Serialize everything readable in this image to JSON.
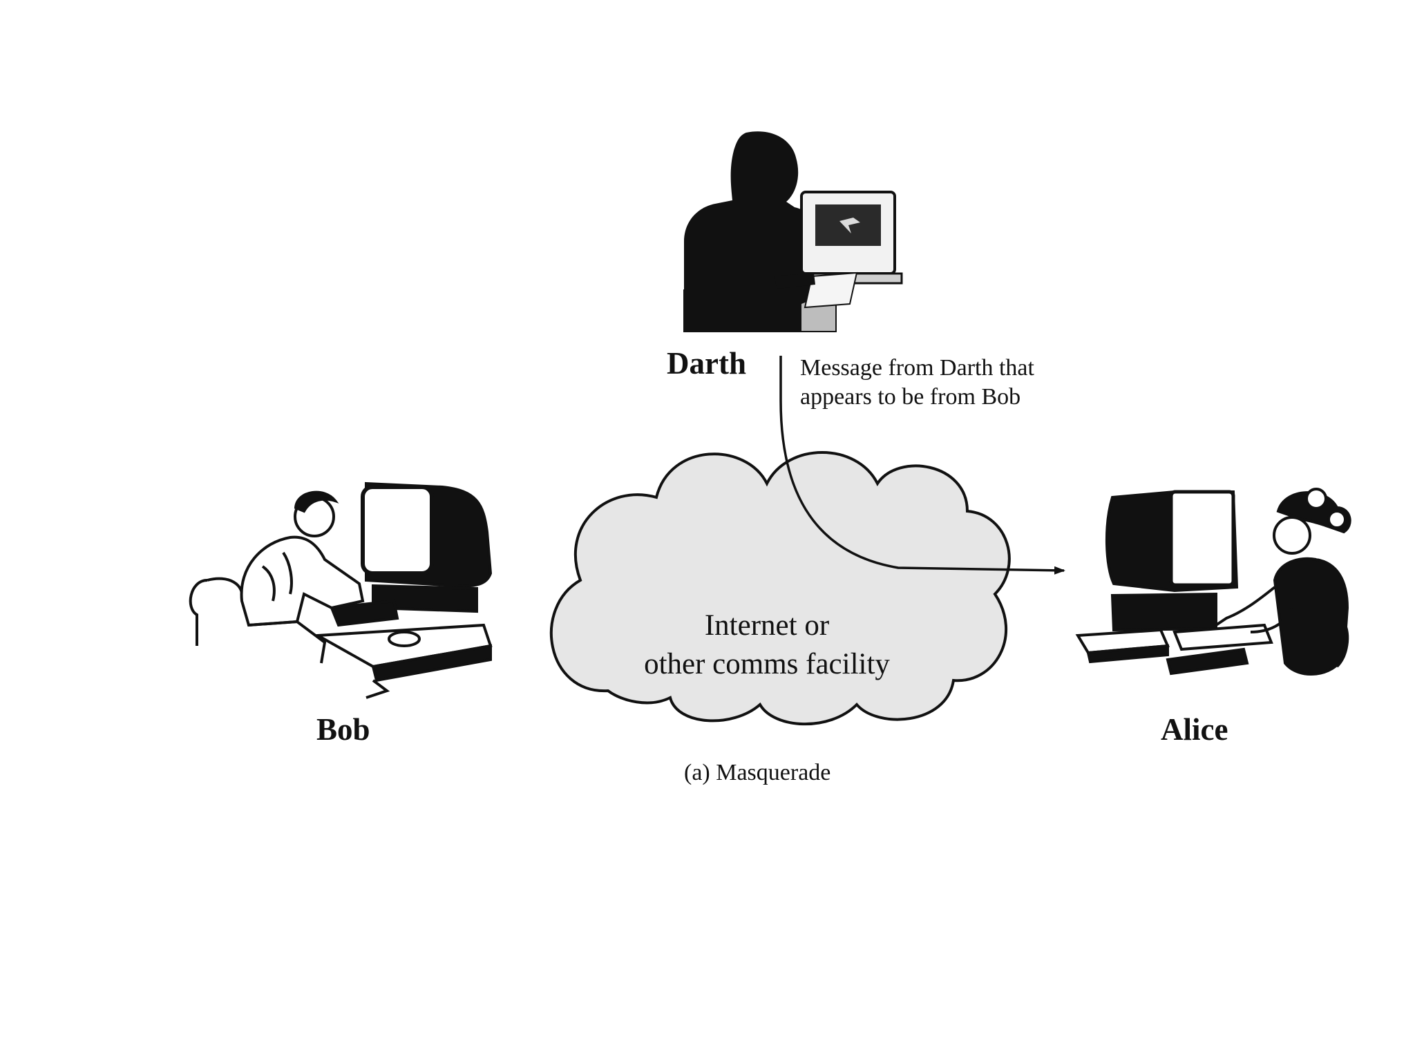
{
  "labels": {
    "darth": "Darth",
    "bob": "Bob",
    "alice": "Alice",
    "message": "Message from Darth that appears to be from Bob",
    "cloud_line1": "Internet or",
    "cloud_line2": "other comms facility",
    "caption": "(a) Masquerade"
  },
  "colors": {
    "cloud_fill": "#e6e6e6",
    "ink": "#111111",
    "screen_dark": "#2a2a2a"
  },
  "icons": {
    "darth": "darth-silhouette-at-computer-icon",
    "bob": "bob-at-computer-icon",
    "alice": "alice-at-computer-icon",
    "network": "cloud-icon"
  }
}
